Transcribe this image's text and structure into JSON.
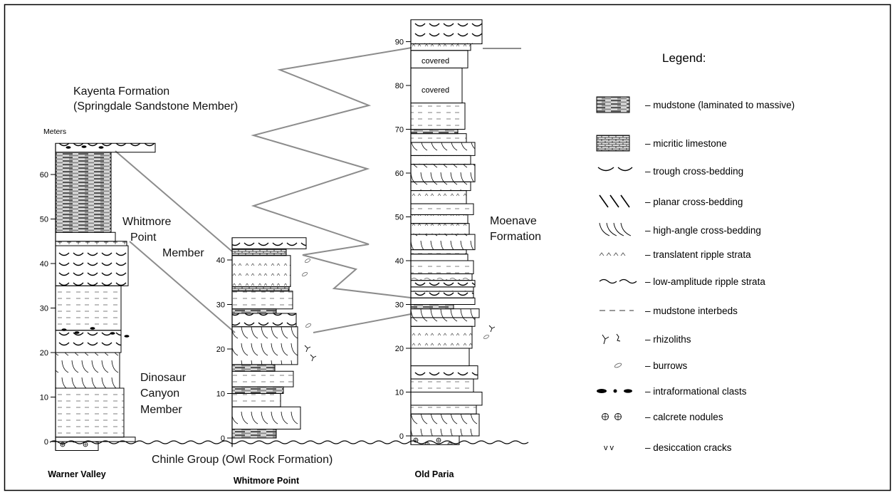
{
  "colors": {
    "line": "#000000",
    "correlation": "#8c8c8c",
    "mudstone": "#777777",
    "background": "#ffffff"
  },
  "labels": {
    "kayenta_1": "Kayenta Formation",
    "kayenta_2": "(Springdale Sandstone Member)",
    "whitmore_member_1": "Whitmore",
    "whitmore_member_2": "Point",
    "whitmore_member_3": "Member",
    "moenave_1": "Moenave",
    "moenave_2": "Formation",
    "dinosaur_1": "Dinosaur",
    "dinosaur_2": "Canyon",
    "dinosaur_3": "Member",
    "chinle": "Chinle Group (Owl Rock Formation)",
    "meters": "Meters"
  },
  "sections": {
    "warner": {
      "name": "Warner Valley",
      "ticks": [
        "0",
        "10",
        "20",
        "30",
        "40",
        "50",
        "60"
      ]
    },
    "whitmore": {
      "name": "Whitmore Point",
      "ticks": [
        "0",
        "10",
        "20",
        "30",
        "40"
      ]
    },
    "paria": {
      "name": "Old Paria",
      "ticks": [
        "0",
        "10",
        "20",
        "30",
        "40",
        "50",
        "60",
        "70",
        "80",
        "90"
      ],
      "covered_1": "covered",
      "covered_2": "covered"
    }
  },
  "legend": {
    "title": "Legend:",
    "items": [
      {
        "label": "– mudstone (laminated to massive)",
        "icon": "mudstone-icon"
      },
      {
        "label": "– micritic limestone",
        "icon": "limestone-icon"
      },
      {
        "label": "– trough cross-bedding",
        "icon": "trough-cross-bedding-icon"
      },
      {
        "label": "– planar cross-bedding",
        "icon": "planar-cross-bedding-icon"
      },
      {
        "label": "– high-angle cross-bedding",
        "icon": "high-angle-cross-bedding-icon"
      },
      {
        "label": "– translatent ripple strata",
        "icon": "translatent-ripple-icon"
      },
      {
        "label": "– low-amplitude ripple strata",
        "icon": "low-amplitude-ripple-icon"
      },
      {
        "label": "– mudstone interbeds",
        "icon": "mudstone-interbeds-icon"
      },
      {
        "label": "– rhizoliths",
        "icon": "rhizoliths-icon"
      },
      {
        "label": "– burrows",
        "icon": "burrows-icon"
      },
      {
        "label": "– intraformational clasts",
        "icon": "clasts-icon"
      },
      {
        "label": "– calcrete nodules",
        "icon": "calcrete-nodules-icon"
      },
      {
        "label": "– desiccation cracks",
        "icon": "desiccation-cracks-icon"
      }
    ]
  }
}
